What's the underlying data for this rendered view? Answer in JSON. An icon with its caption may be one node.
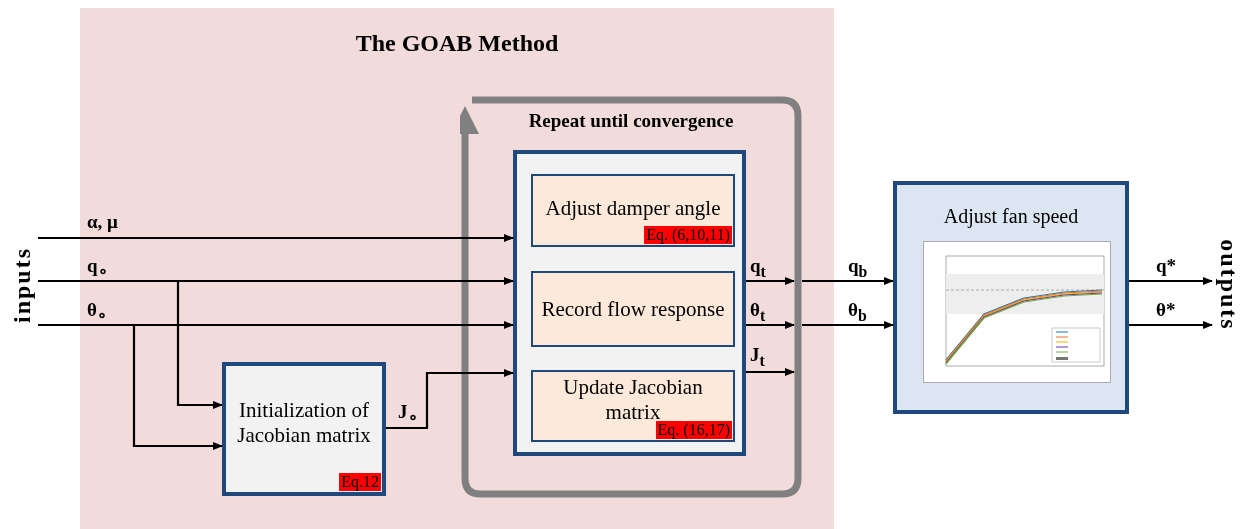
{
  "diagram": {
    "nodes": [
      {
        "text": [
          "The GOAB Method"
        ]
      },
      {
        "text": [
          "Repeat until convergence"
        ],
        "in": 0
      },
      {
        "text": [],
        "shape": "box",
        "in": 1
      },
      {
        "text": [
          "Adjust damper angle",
          "Eq. (6,10,11)"
        ],
        "in": 2
      },
      {
        "text": [
          "Record flow response"
        ],
        "in": 2
      },
      {
        "text": [
          "Update Jacobian matrix",
          "Eq. (16,17)"
        ],
        "in": 2
      },
      {
        "text": [
          "Initialization of Jacobian matrix",
          "Eq.12"
        ],
        "in": 0
      },
      {
        "text": [
          "Adjust fan speed"
        ]
      },
      {
        "text": [],
        "shape": "picture",
        "in": 7
      },
      {
        "text": [
          "inputs"
        ]
      },
      {
        "text": [
          "outputs"
        ]
      }
    ],
    "edges": [
      {
        "from": 9,
        "to": 2,
        "arrow": "to",
        "label": "α, μ"
      },
      {
        "from": 9,
        "to": 2,
        "arrow": "to",
        "label": "q$_{∘}$"
      },
      {
        "from": 9,
        "to": 2,
        "arrow": "to",
        "label": "θ$_{∘}$"
      },
      {
        "from": 9,
        "to": 6,
        "arrow": "to"
      },
      {
        "from": 9,
        "to": 6,
        "arrow": "to"
      },
      {
        "from": 6,
        "to": 2,
        "arrow": "to",
        "label": "J$_{∘}$"
      },
      {
        "from": 2,
        "to": 1,
        "arrow": "to",
        "label": "q$_{t}$"
      },
      {
        "from": 2,
        "to": 1,
        "arrow": "to",
        "label": "θ$_{t}$"
      },
      {
        "from": 2,
        "to": 1,
        "arrow": "to",
        "label": "J$_{t}$"
      },
      {
        "from": 1,
        "to": 7,
        "arrow": "to",
        "label": "q$_{b}$"
      },
      {
        "from": 1,
        "to": 7,
        "arrow": "to",
        "label": "θ$_{b}$"
      },
      {
        "from": 7,
        "to": 10,
        "arrow": "to",
        "label": "q*"
      },
      {
        "from": 7,
        "to": 10,
        "arrow": "to",
        "label": "θ*"
      }
    ]
  }
}
